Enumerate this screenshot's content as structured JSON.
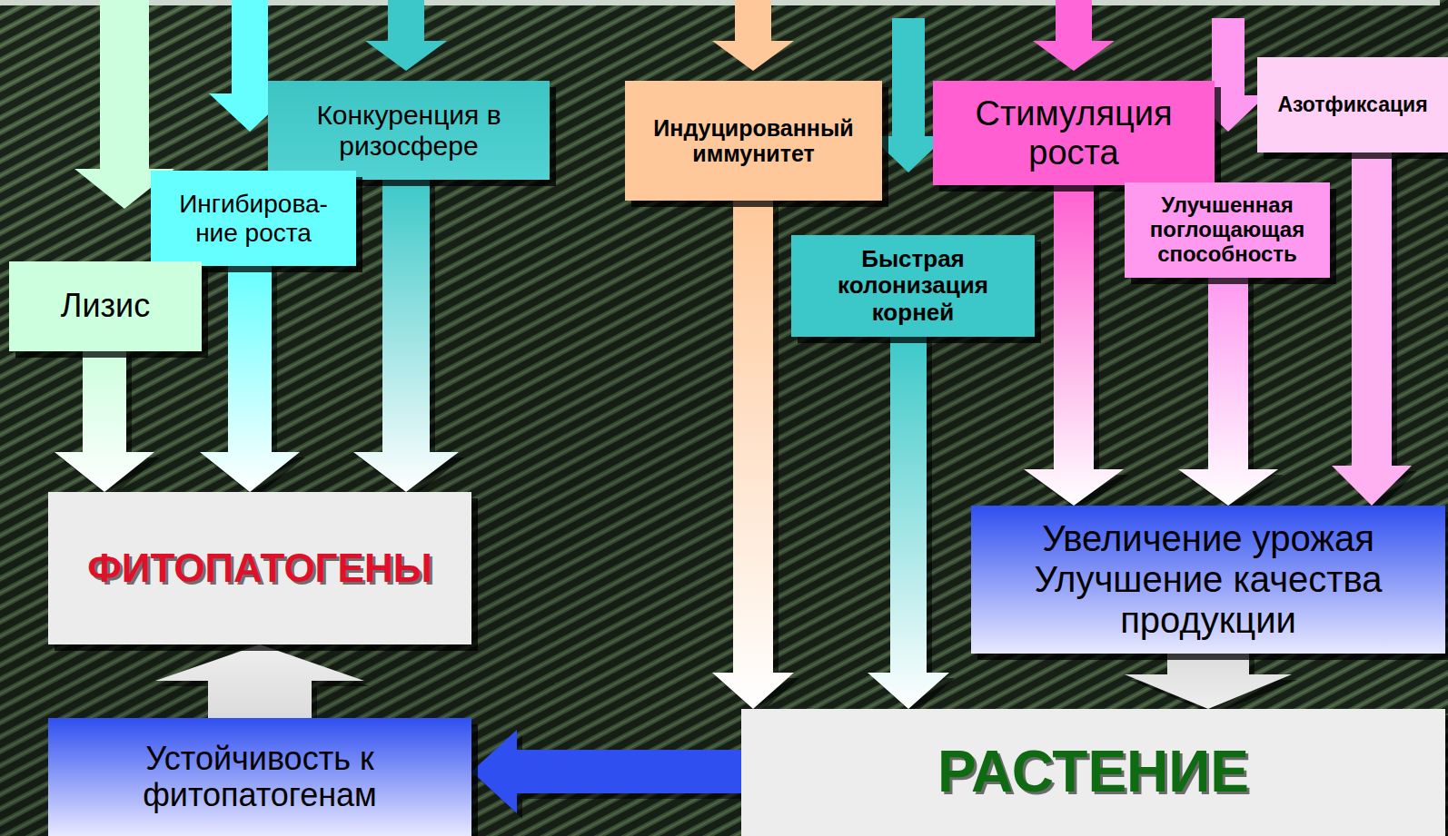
{
  "diagram": {
    "nodes": [
      {
        "text": [
          "Конкуренция в ризосфере"
        ]
      },
      {
        "text": [
          "Индуцированный иммунитет"
        ]
      },
      {
        "text": [
          "Стимуляция роста"
        ]
      },
      {
        "text": [
          "Азотфиксация"
        ]
      },
      {
        "text": [
          "Ингибирова-ние роста"
        ]
      },
      {
        "text": [
          "Улучшенная поглощающая способность"
        ]
      },
      {
        "text": [
          "Быстрая колонизация корней"
        ]
      },
      {
        "text": [
          "Лизис"
        ]
      },
      {
        "text": [
          "ФИТОПАТОГЕНЫ"
        ]
      },
      {
        "text": [
          "Увеличение урожая Улучшение качества продукции"
        ]
      },
      {
        "text": [
          "Устойчивость к фитопатогенам"
        ]
      },
      {
        "text": [
          "РАСТЕНИЕ"
        ]
      }
    ],
    "edges": [
      {
        "from": 7,
        "to": 8,
        "arrow": "to"
      },
      {
        "from": 4,
        "to": 8,
        "arrow": "to"
      },
      {
        "from": 0,
        "to": 8,
        "arrow": "to"
      },
      {
        "from": 1,
        "to": 11,
        "arrow": "to"
      },
      {
        "from": 6,
        "to": 11,
        "arrow": "to"
      },
      {
        "from": 2,
        "to": 9,
        "arrow": "to"
      },
      {
        "from": 5,
        "to": 9,
        "arrow": "to"
      },
      {
        "from": 3,
        "to": 9,
        "arrow": "to"
      },
      {
        "from": 9,
        "to": 11,
        "arrow": "to"
      },
      {
        "from": 11,
        "to": 10,
        "arrow": "to"
      },
      {
        "from": 10,
        "to": 8,
        "arrow": "to"
      }
    ]
  }
}
